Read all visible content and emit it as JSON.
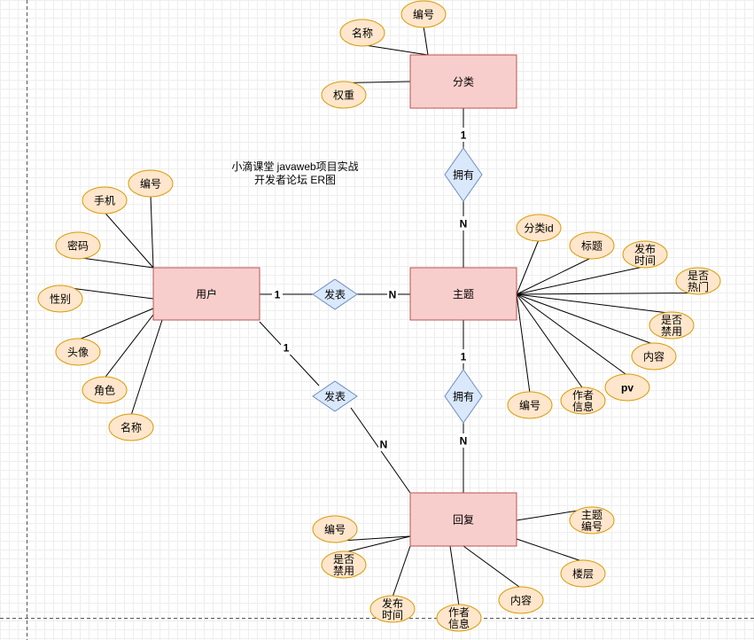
{
  "title": "小滴课堂 javaweb项目实战\n开发者论坛 ER图",
  "colors": {
    "entity_fill": "#f8cecc",
    "entity_stroke": "#b85450",
    "attr_fill": "#ffe6cc",
    "attr_stroke": "#d79b00",
    "rel_fill": "#dae8fc",
    "rel_stroke": "#6c8ebf",
    "line": "#000000",
    "dash": "#555555"
  },
  "entities": {
    "category": "分类",
    "user": "用户",
    "topic": "主题",
    "reply": "回复"
  },
  "relationships": {
    "cat_topic": "拥有",
    "user_topic": "发表",
    "user_reply": "发表",
    "topic_reply": "拥有"
  },
  "cardinalities": {
    "cat_topic_1": "1",
    "cat_topic_n": "N",
    "user_topic_1": "1",
    "user_topic_n": "N",
    "user_reply_1": "1",
    "user_reply_n": "N",
    "topic_reply_1": "1",
    "topic_reply_n": "N"
  },
  "attributes": {
    "category": {
      "name": "名称",
      "id": "编号",
      "weight": "权重"
    },
    "user": {
      "id": "编号",
      "phone": "手机",
      "password": "密码",
      "gender": "性别",
      "avatar": "头像",
      "role": "角色",
      "name": "名称"
    },
    "topic": {
      "category_id": "分类id",
      "title": "标题",
      "publish_time": "发布\n时间",
      "is_hot": "是否\n热门",
      "is_banned": "是否\n禁用",
      "content": "内容",
      "pv": "pv",
      "author_info": "作者\n信息",
      "id": "编号"
    },
    "reply": {
      "topic_id": "主题\n编号",
      "floor": "楼层",
      "content": "内容",
      "author_info": "作者\n信息",
      "publish_time": "发布\n时间",
      "is_banned": "是否\n禁用",
      "id": "编号"
    }
  }
}
